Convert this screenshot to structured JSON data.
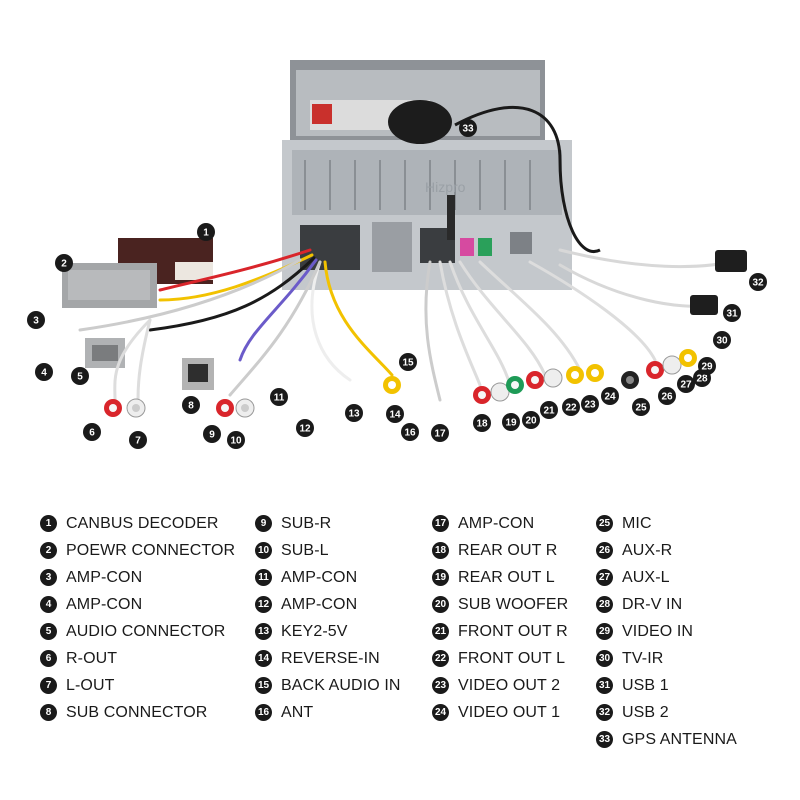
{
  "watermark": "Hizpro",
  "items": [
    {
      "num": "1",
      "label": "CANBUS DECODER"
    },
    {
      "num": "2",
      "label": "POEWR CONNECTOR"
    },
    {
      "num": "3",
      "label": "AMP-CON"
    },
    {
      "num": "4",
      "label": "AMP-CON"
    },
    {
      "num": "5",
      "label": "AUDIO CONNECTOR"
    },
    {
      "num": "6",
      "label": "R-OUT"
    },
    {
      "num": "7",
      "label": "L-OUT"
    },
    {
      "num": "8",
      "label": "SUB CONNECTOR"
    },
    {
      "num": "9",
      "label": "SUB-R"
    },
    {
      "num": "10",
      "label": "SUB-L"
    },
    {
      "num": "11",
      "label": "AMP-CON"
    },
    {
      "num": "12",
      "label": "AMP-CON"
    },
    {
      "num": "13",
      "label": "KEY2-5V"
    },
    {
      "num": "14",
      "label": "REVERSE-IN"
    },
    {
      "num": "15",
      "label": "BACK AUDIO IN"
    },
    {
      "num": "16",
      "label": "ANT"
    },
    {
      "num": "17",
      "label": "AMP-CON"
    },
    {
      "num": "18",
      "label": "REAR OUT R"
    },
    {
      "num": "19",
      "label": "REAR OUT L"
    },
    {
      "num": "20",
      "label": "SUB WOOFER"
    },
    {
      "num": "21",
      "label": "FRONT OUT R"
    },
    {
      "num": "22",
      "label": "FRONT OUT L"
    },
    {
      "num": "23",
      "label": "VIDEO OUT 2"
    },
    {
      "num": "24",
      "label": "VIDEO OUT 1"
    },
    {
      "num": "25",
      "label": "MIC"
    },
    {
      "num": "26",
      "label": "AUX-R"
    },
    {
      "num": "27",
      "label": "AUX-L"
    },
    {
      "num": "28",
      "label": "DR-V IN"
    },
    {
      "num": "29",
      "label": "VIDEO IN"
    },
    {
      "num": "30",
      "label": "TV-IR"
    },
    {
      "num": "31",
      "label": "USB 1"
    },
    {
      "num": "32",
      "label": "USB 2"
    },
    {
      "num": "33",
      "label": "GPS ANTENNA"
    }
  ],
  "colors": {
    "badge": "#1a1a1a",
    "rca_red": "#d9252b",
    "rca_white": "#eeeeee",
    "rca_yellow": "#f2c200",
    "rca_green": "#1e9b57",
    "rca_black": "#222222",
    "unit_metal": "#c9cccf"
  }
}
